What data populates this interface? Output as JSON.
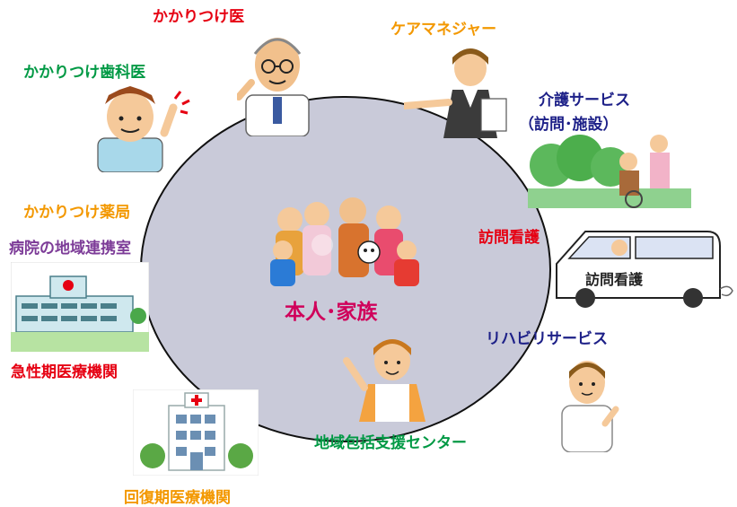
{
  "center": {
    "label": "本人･家族"
  },
  "roles": {
    "doctor": "かかりつけ医",
    "dentist": "かかりつけ歯科医",
    "pharmacy": "かかりつけ薬局",
    "hospital_liaison": "病院の地域連携室",
    "acute_hospital": "急性期医療機関",
    "recovery_hospital": "回復期医療機関",
    "care_manager": "ケアマネジャー",
    "care_service_line1": "介護サービス",
    "care_service_line2": "（訪問･施設）",
    "home_nursing": "訪問看護",
    "van_sign": "訪問看護",
    "rehab": "リハビリサービス",
    "community_center": "地域包括支援センター"
  },
  "colors": {
    "red": "#e60012",
    "orange": "#f39800",
    "green": "#009944",
    "blue": "#1d2088",
    "purple": "#7d3c98",
    "circle": "#c9cad9",
    "magenta": "#d0005a"
  }
}
